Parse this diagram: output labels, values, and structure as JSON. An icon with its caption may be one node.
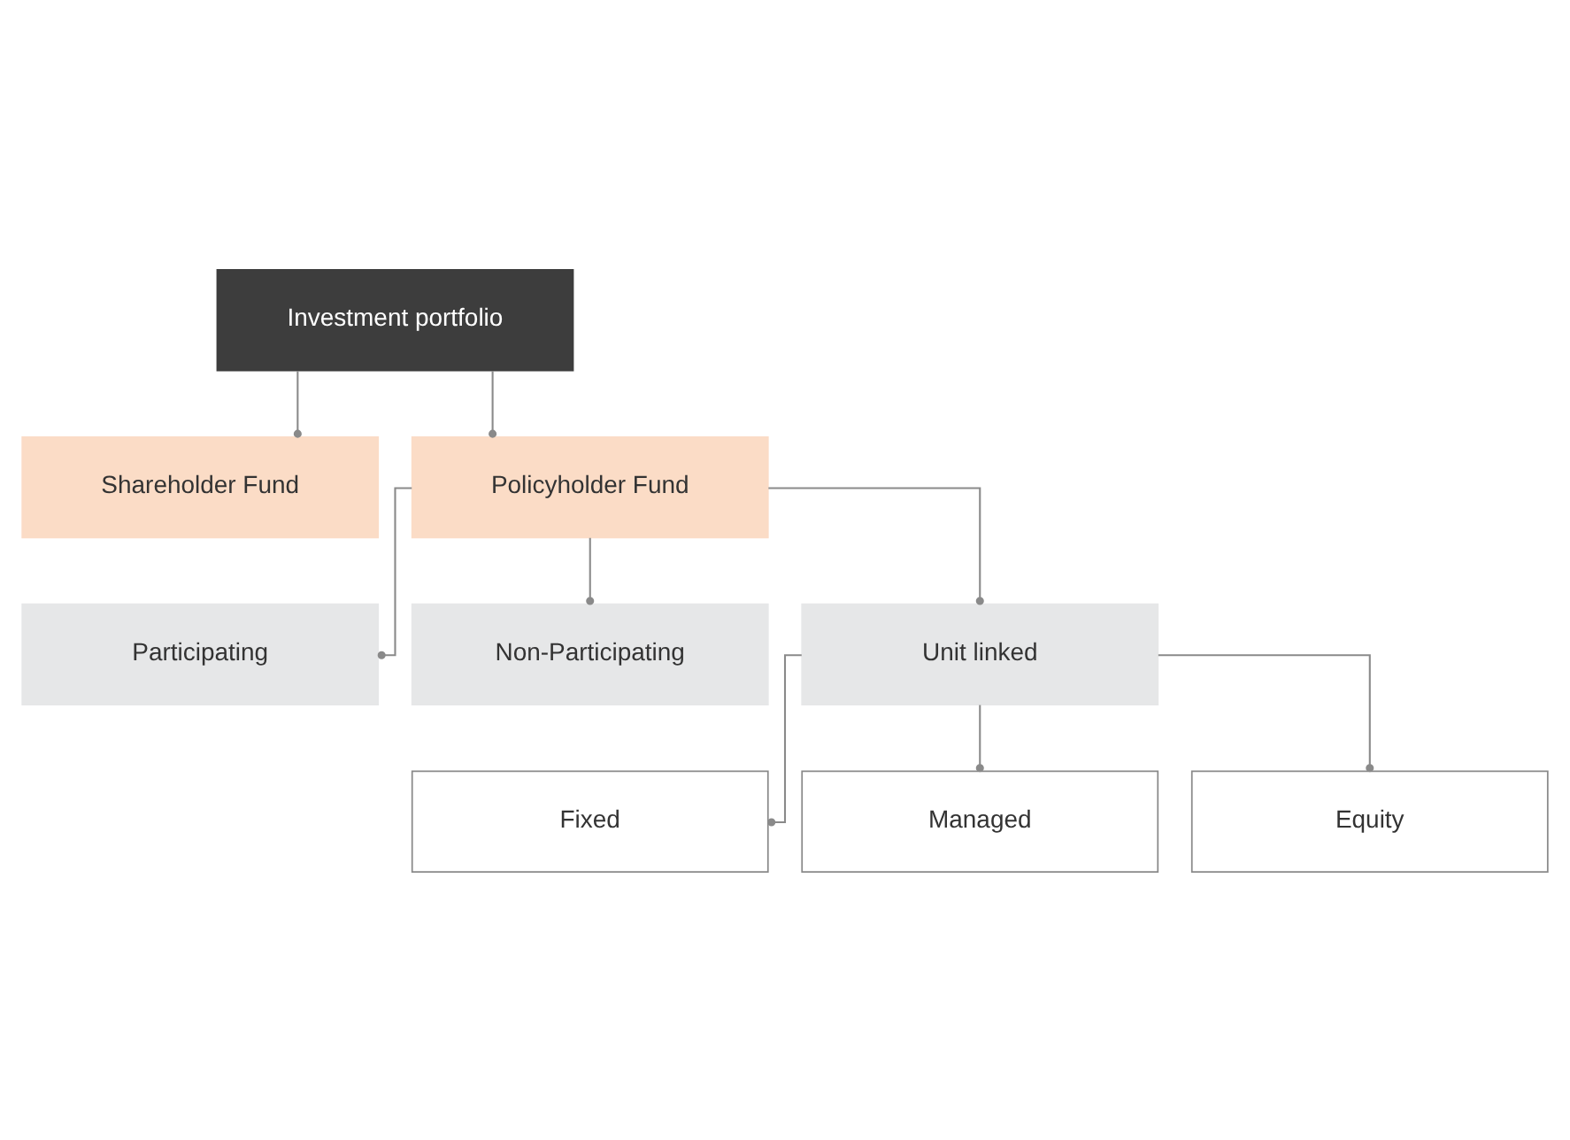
{
  "diagram": {
    "nodes": [
      {
        "text": [
          "Investment portfolio"
        ]
      },
      {
        "text": [
          "Shareholder Fund"
        ]
      },
      {
        "text": [
          "Policyholder Fund"
        ]
      },
      {
        "text": [
          "Participating"
        ]
      },
      {
        "text": [
          "Non-Participating"
        ]
      },
      {
        "text": [
          "Unit linked"
        ]
      },
      {
        "text": [
          "Fixed"
        ]
      },
      {
        "text": [
          "Managed"
        ]
      },
      {
        "text": [
          "Equity"
        ]
      }
    ],
    "edges": [
      {
        "from": 0,
        "to": 1,
        "arrow": "other"
      },
      {
        "from": 0,
        "to": 2,
        "arrow": "other"
      },
      {
        "from": 2,
        "to": 3,
        "arrow": "other"
      },
      {
        "from": 2,
        "to": 4,
        "arrow": "other"
      },
      {
        "from": 2,
        "to": 5,
        "arrow": "other"
      },
      {
        "from": 5,
        "to": 6,
        "arrow": "other"
      },
      {
        "from": 5,
        "to": 7,
        "arrow": "other"
      },
      {
        "from": 5,
        "to": 8,
        "arrow": "other"
      }
    ]
  }
}
